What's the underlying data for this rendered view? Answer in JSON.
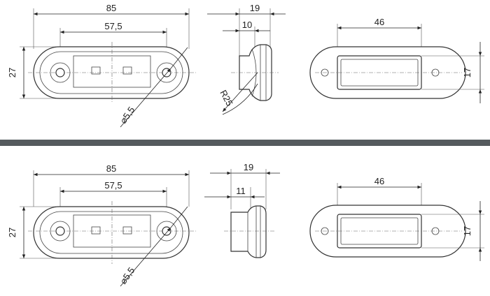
{
  "panels": [
    {
      "front": {
        "length": "85",
        "hole_spacing": "57,5",
        "height": "27",
        "hole_dia": "⌀5,5"
      },
      "side": {
        "depth": "19",
        "lens_depth": "10",
        "radius": "R25"
      },
      "rear": {
        "lens_width": "46",
        "lens_height": "17"
      }
    },
    {
      "front": {
        "length": "85",
        "hole_spacing": "57,5",
        "height": "27",
        "hole_dia": "⌀5,5"
      },
      "side": {
        "depth": "19",
        "lens_depth": "11"
      },
      "rear": {
        "lens_width": "46",
        "lens_height": "17"
      }
    }
  ],
  "colors": {
    "divider": "#555b5e",
    "line": "#333333"
  }
}
